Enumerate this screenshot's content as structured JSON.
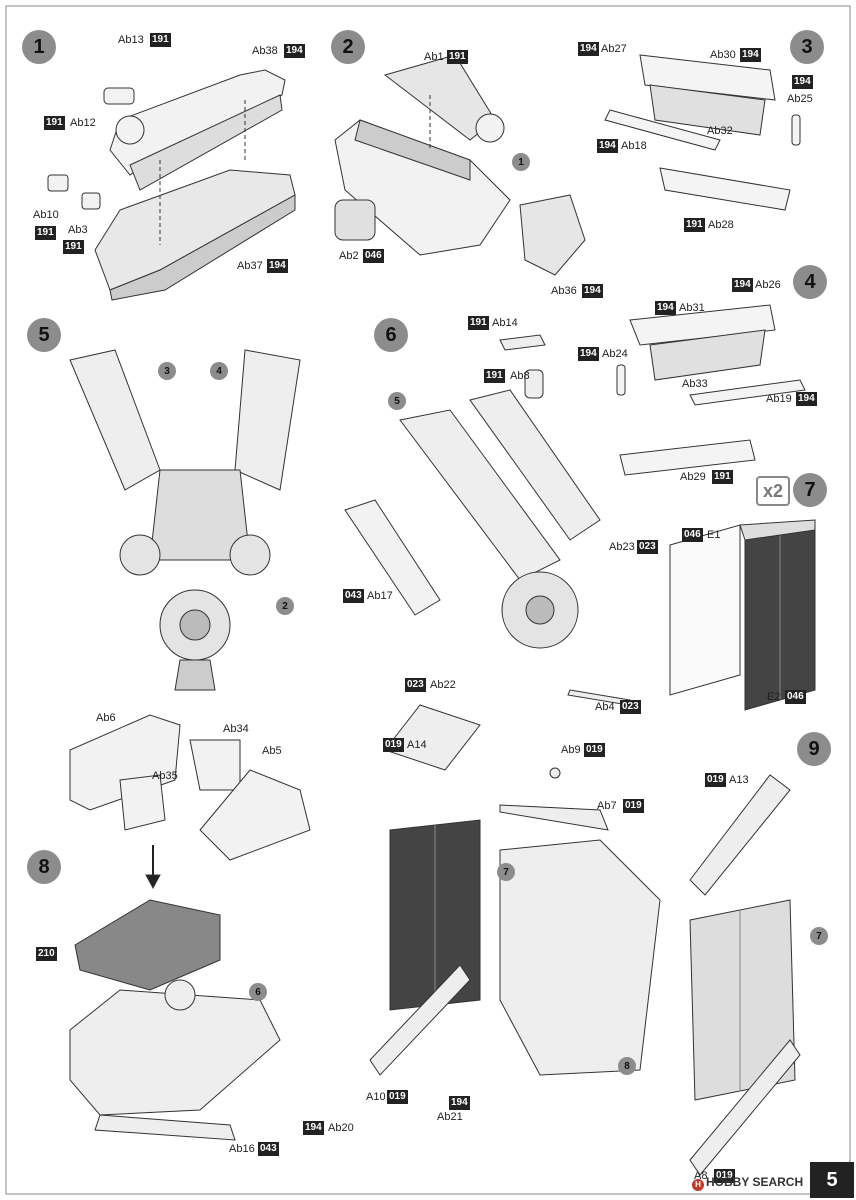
{
  "page": {
    "number": "5",
    "multiplier": "x2",
    "watermark": "HOBBY SEARCH"
  },
  "steps": [
    "1",
    "2",
    "3",
    "4",
    "5",
    "6",
    "7",
    "8",
    "9"
  ],
  "callouts": {
    "s2_c1": "1",
    "s5_c3": "3",
    "s5_c4": "4",
    "s5_c2": "2",
    "s6_c5": "5",
    "s8_c6": "6",
    "s9_c7a": "7",
    "s9_c7b": "7",
    "s9_c8": "8"
  },
  "labels": {
    "ab13": "Ab13",
    "ab12": "Ab12",
    "ab38": "Ab38",
    "ab10": "Ab10",
    "ab3": "Ab3",
    "ab37": "Ab37",
    "ab1": "Ab1",
    "ab2": "Ab2",
    "ab36": "Ab36",
    "ab27": "Ab27",
    "ab30": "Ab30",
    "ab25": "Ab25",
    "ab32": "Ab32",
    "ab18": "Ab18",
    "ab28": "Ab28",
    "ab26": "Ab26",
    "ab31": "Ab31",
    "ab24": "Ab24",
    "ab33": "Ab33",
    "ab19": "Ab19",
    "ab29": "Ab29",
    "ab14": "Ab14",
    "ab8": "Ab8",
    "ab17": "Ab17",
    "ab23": "Ab23",
    "ab22": "Ab22",
    "ab4": "Ab4",
    "e1": "E1",
    "e2": "E2",
    "ab6": "Ab6",
    "ab34": "Ab34",
    "ab5": "Ab5",
    "ab35": "Ab35",
    "ab16": "Ab16",
    "a14": "A14",
    "ab9": "Ab9",
    "ab7": "Ab7",
    "a13": "A13",
    "a10": "A10",
    "ab20": "Ab20",
    "ab21": "Ab21",
    "a8": "A8"
  },
  "codes": {
    "ab13": "191",
    "ab12": "191",
    "ab38": "194",
    "ab10": "191",
    "ab3": "191",
    "ab37": "194",
    "ab1": "191",
    "ab2": "046",
    "ab36": "194",
    "ab27": "194",
    "ab30": "194",
    "ab25": "194",
    "ab18": "194",
    "ab28": "191",
    "ab26": "194",
    "ab31": "194",
    "ab24": "194",
    "ab19": "194",
    "ab29": "191",
    "ab14": "191",
    "ab8": "191",
    "ab17": "043",
    "ab23": "023",
    "ab22": "023",
    "ab4": "023",
    "e1": "046",
    "e2": "046",
    "frame": "210",
    "ab16": "043",
    "a14": "019",
    "ab9": "019",
    "ab7": "019",
    "a13": "019",
    "a10": "019",
    "ab20": "194",
    "ab21": "194",
    "a8": "019"
  }
}
